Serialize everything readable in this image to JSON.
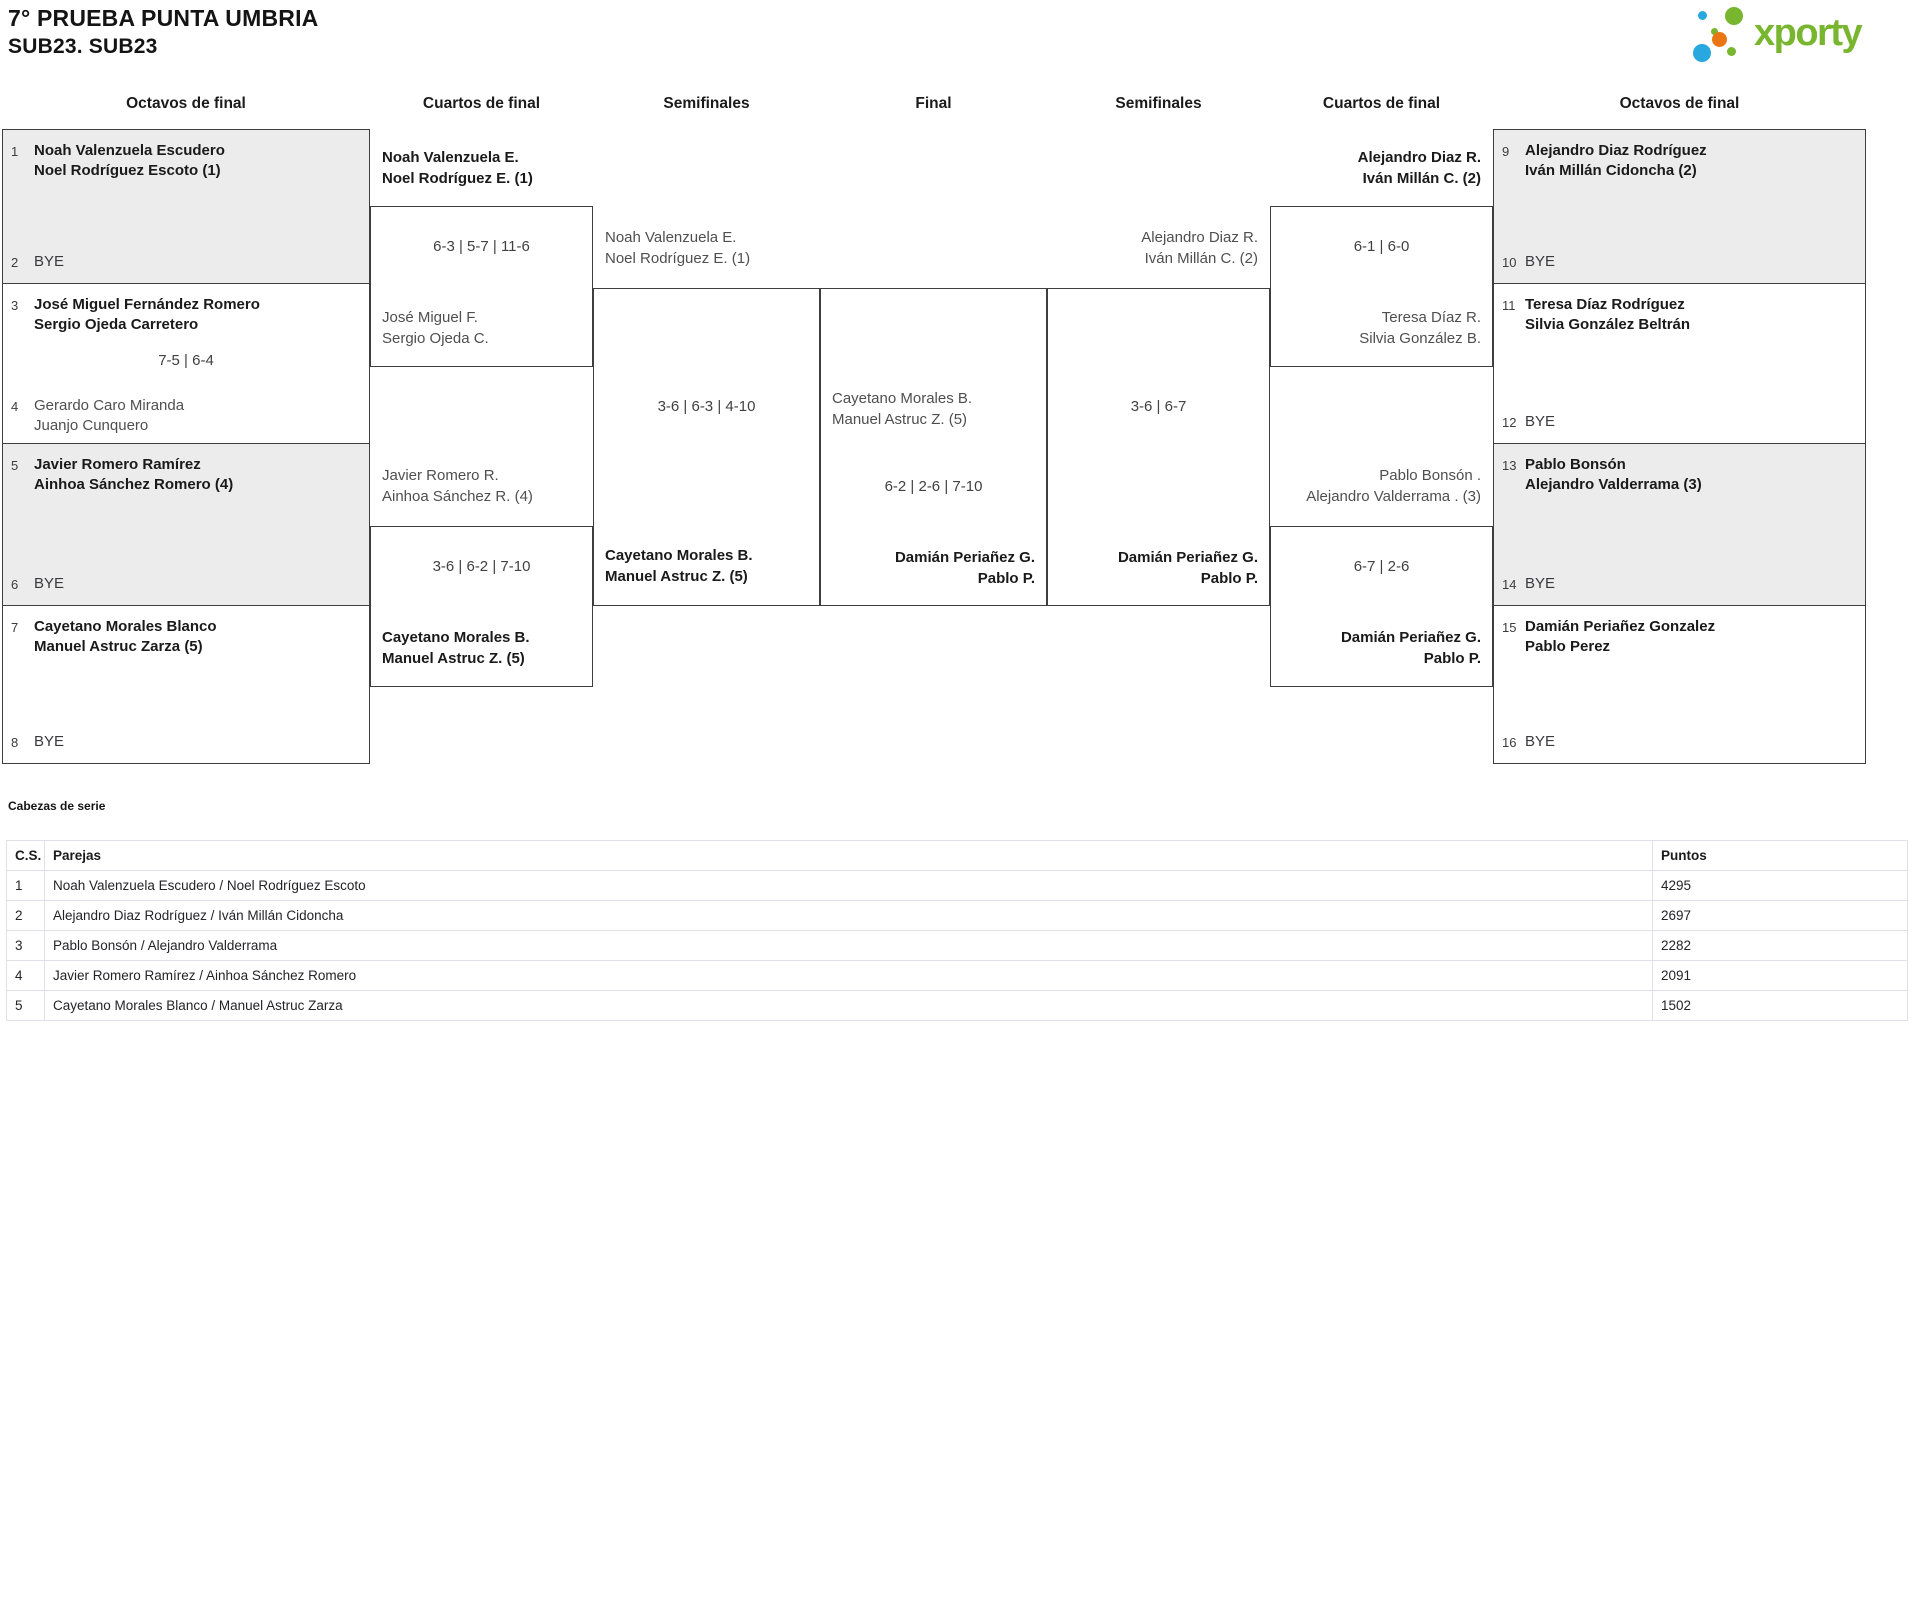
{
  "header": {
    "title": "7° PRUEBA PUNTA UMBRIA",
    "subtitle": "SUB23. SUB23",
    "logo_text": "xporty",
    "logo_colors": {
      "green": "#77b62e",
      "blue": "#29a8e0",
      "orange": "#e97612"
    }
  },
  "rounds": [
    "Octavos de final",
    "Cuartos de final",
    "Semifinales",
    "Final",
    "Semifinales",
    "Cuartos de final",
    "Octavos de final"
  ],
  "bracket": {
    "r16_left": [
      {
        "slots": [
          {
            "num": "1",
            "lines": [
              "Noah Valenzuela Escudero",
              "Noel Rodríguez Escoto (1)"
            ]
          },
          {
            "num": "2",
            "lines": [
              "BYE"
            ]
          }
        ],
        "score": ""
      },
      {
        "slots": [
          {
            "num": "3",
            "lines": [
              "José Miguel Fernández Romero",
              "Sergio Ojeda Carretero"
            ]
          },
          {
            "num": "4",
            "lines": [
              "Gerardo Caro Miranda",
              "Juanjo Cunquero"
            ]
          }
        ],
        "score": "7-5 | 6-4"
      },
      {
        "slots": [
          {
            "num": "5",
            "lines": [
              "Javier Romero Ramírez",
              "Ainhoa Sánchez Romero (4)"
            ]
          },
          {
            "num": "6",
            "lines": [
              "BYE"
            ]
          }
        ],
        "score": ""
      },
      {
        "slots": [
          {
            "num": "7",
            "lines": [
              "Cayetano Morales Blanco",
              "Manuel Astruc Zarza (5)"
            ]
          },
          {
            "num": "8",
            "lines": [
              "BYE"
            ]
          }
        ],
        "score": ""
      }
    ],
    "r16_right": [
      {
        "slots": [
          {
            "num": "9",
            "lines": [
              "Alejandro Diaz Rodríguez",
              "Iván Millán Cidoncha (2)"
            ]
          },
          {
            "num": "10",
            "lines": [
              "BYE"
            ]
          }
        ],
        "score": ""
      },
      {
        "slots": [
          {
            "num": "11",
            "lines": [
              "Teresa Díaz Rodríguez",
              "Silvia González Beltrán"
            ]
          },
          {
            "num": "12",
            "lines": [
              "BYE"
            ]
          }
        ],
        "score": ""
      },
      {
        "slots": [
          {
            "num": "13",
            "lines": [
              "Pablo Bonsón",
              "Alejandro Valderrama (3)"
            ]
          },
          {
            "num": "14",
            "lines": [
              "BYE"
            ]
          }
        ],
        "score": ""
      },
      {
        "slots": [
          {
            "num": "15",
            "lines": [
              "Damián Periañez Gonzalez",
              "Pablo Perez"
            ]
          },
          {
            "num": "16",
            "lines": [
              "BYE"
            ]
          }
        ],
        "score": ""
      }
    ],
    "qf_left": [
      {
        "top": [
          "Noah Valenzuela E.",
          "Noel Rodríguez E. (1)"
        ],
        "score": "6-3 | 5-7 | 11-6",
        "bottom": [
          "José Miguel F.",
          "Sergio Ojeda C."
        ]
      },
      {
        "top": [
          "Javier Romero R.",
          "Ainhoa Sánchez R. (4)"
        ],
        "score": "3-6 | 6-2 | 7-10",
        "bottom": [
          "Cayetano Morales B.",
          "Manuel Astruc Z. (5)"
        ]
      }
    ],
    "qf_right": [
      {
        "top": [
          "Alejandro Diaz R.",
          "Iván Millán C. (2)"
        ],
        "score": "6-1 | 6-0",
        "bottom": [
          "Teresa Díaz R.",
          "Silvia González B."
        ]
      },
      {
        "top": [
          "Pablo Bonsón .",
          "Alejandro Valderrama . (3)"
        ],
        "score": "6-7 | 2-6",
        "bottom": [
          "Damián Periañez G.",
          "Pablo P."
        ]
      }
    ],
    "sf_left": {
      "top": [
        "Noah Valenzuela E.",
        "Noel Rodríguez E. (1)"
      ],
      "score": "3-6 | 6-3 | 4-10",
      "bottom": [
        "Cayetano Morales B.",
        "Manuel Astruc Z. (5)"
      ]
    },
    "sf_right": {
      "top": [
        "Alejandro Diaz R.",
        "Iván Millán C. (2)"
      ],
      "score": "3-6 | 6-7",
      "bottom": [
        "Damián Periañez G.",
        "Pablo P."
      ]
    },
    "final": {
      "top": [
        "Cayetano Morales B.",
        "Manuel Astruc Z. (5)"
      ],
      "score": "6-2 | 2-6 | 7-10",
      "bottom": [
        "Damián Periañez G.",
        "Pablo P."
      ]
    }
  },
  "seeds": {
    "title": "Cabezas de serie",
    "columns": {
      "cs": "C.S.",
      "pair": "Parejas",
      "points": "Puntos"
    },
    "rows": [
      {
        "cs": "1",
        "pair": "Noah Valenzuela Escudero / Noel Rodríguez Escoto",
        "points": "4295"
      },
      {
        "cs": "2",
        "pair": "Alejandro Diaz Rodríguez / Iván Millán Cidoncha",
        "points": "2697"
      },
      {
        "cs": "3",
        "pair": "Pablo Bonsón / Alejandro Valderrama",
        "points": "2282"
      },
      {
        "cs": "4",
        "pair": "Javier Romero Ramírez / Ainhoa Sánchez Romero",
        "points": "2091"
      },
      {
        "cs": "5",
        "pair": "Cayetano Morales Blanco / Manuel Astruc Zarza",
        "points": "1502"
      }
    ]
  }
}
